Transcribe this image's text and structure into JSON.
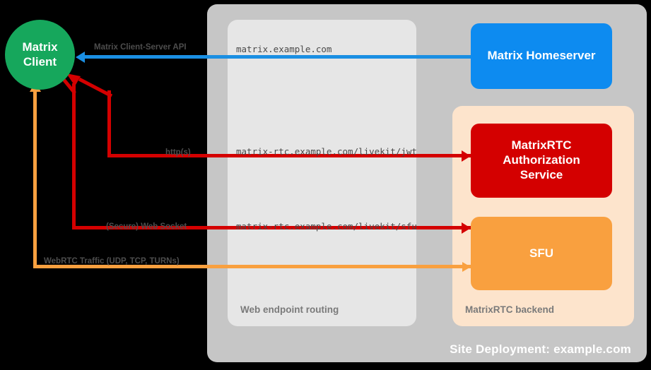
{
  "diagram": {
    "site": {
      "label": "Site Deployment: example.com"
    },
    "panels": {
      "routing": {
        "label": "Web endpoint routing"
      },
      "backend": {
        "label": "MatrixRTC backend"
      }
    },
    "nodes": {
      "client": {
        "line1": "Matrix",
        "line2": "Client",
        "color": "#16a75c"
      },
      "homeserver": {
        "label": "Matrix Homeserver",
        "color": "#0d8bf0"
      },
      "authorization": {
        "label": "MatrixRTC Authorization Service",
        "color": "#d40000"
      },
      "sfu": {
        "label": "SFU",
        "color": "#f9a03f"
      }
    },
    "urls": {
      "homeserver": "matrix.example.com",
      "jwt": "matrix-rtc.example.com/livekit/jwt",
      "sfu": "matrix-rtc.example.com/livekit/sfu"
    },
    "edges": {
      "client_server_api": {
        "label": "Matrix Client-Server API",
        "color": "#1a8fe3"
      },
      "https": {
        "label": "http(s)",
        "color": "#d40000"
      },
      "websocket": {
        "label": "(Secure) Web Socket",
        "color": "#d40000"
      },
      "webrtc": {
        "label": "WebRTC Traffic (UDP, TCP, TURNs)",
        "color": "#f9a03f"
      }
    }
  }
}
